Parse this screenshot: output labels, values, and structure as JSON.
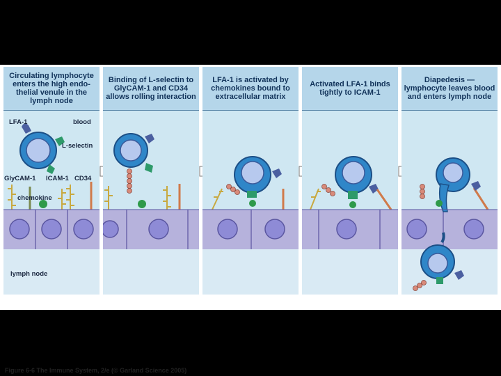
{
  "panels": [
    {
      "title": "Circulating lymphocyte enters the high endo-thelial venule in the lymph node"
    },
    {
      "title": "Binding of L-selectin to GlyCAM-1 and CD34 allows rolling interaction"
    },
    {
      "title": "LFA-1 is activated by chemokines bound to extracellular matrix"
    },
    {
      "title": "Activated LFA-1 binds tightly to ICAM-1"
    },
    {
      "title": "Diapedesis — lymphocyte leaves blood and enters lymph node"
    }
  ],
  "labels": {
    "lfa1": "LFA-1",
    "blood": "blood",
    "lselectin": "L-selectin",
    "glycam1": "GlyCAM-1",
    "icam1": "ICAM-1",
    "cd34": "CD34",
    "chemokine": "chemokine",
    "lymph_node": "lymph node"
  },
  "caption": "Figure 6-6 The Immune System, 2/e (© Garland Science 2005)",
  "colors": {
    "lymphocyte": "#2f86c8",
    "nucleus": "#b7c9ee",
    "endothelium": "#b6b2dc",
    "lfa1": "#4b5fa0",
    "lselectin": "#2e9a6a",
    "chemokine": "#2e9a4a",
    "glycam": "#c8a940",
    "cd34": "#d07a4a"
  }
}
